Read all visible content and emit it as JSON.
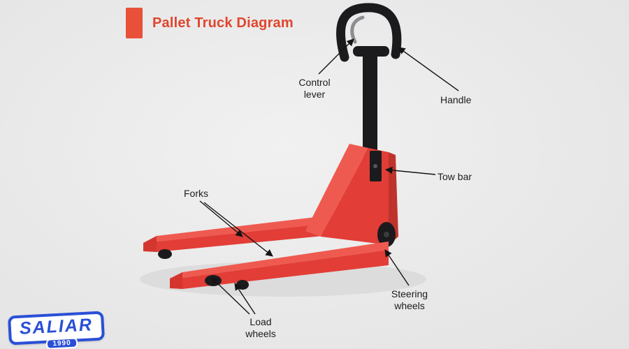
{
  "header": {
    "title": "Pallet Truck Diagram"
  },
  "labels": {
    "control_lever_line1": "Control",
    "control_lever_line2": "lever",
    "handle": "Handle",
    "tow_bar": "Tow bar",
    "forks": "Forks",
    "steering_wheels_line1": "Steering",
    "steering_wheels_line2": "wheels",
    "load_wheels_line1": "Load",
    "load_wheels_line2": "wheels"
  },
  "logo": {
    "brand": "SALIAR",
    "year": "1990"
  },
  "colors": {
    "accent": "#e8503a",
    "truck_red": "#e23d36",
    "truck_red_light": "#ef5a50",
    "truck_red_dark": "#bf332d",
    "black_parts": "#1b1b1d",
    "logo_blue": "#2a4fd7",
    "label_text": "#1c1c1c",
    "background": "#e9e9e9"
  }
}
